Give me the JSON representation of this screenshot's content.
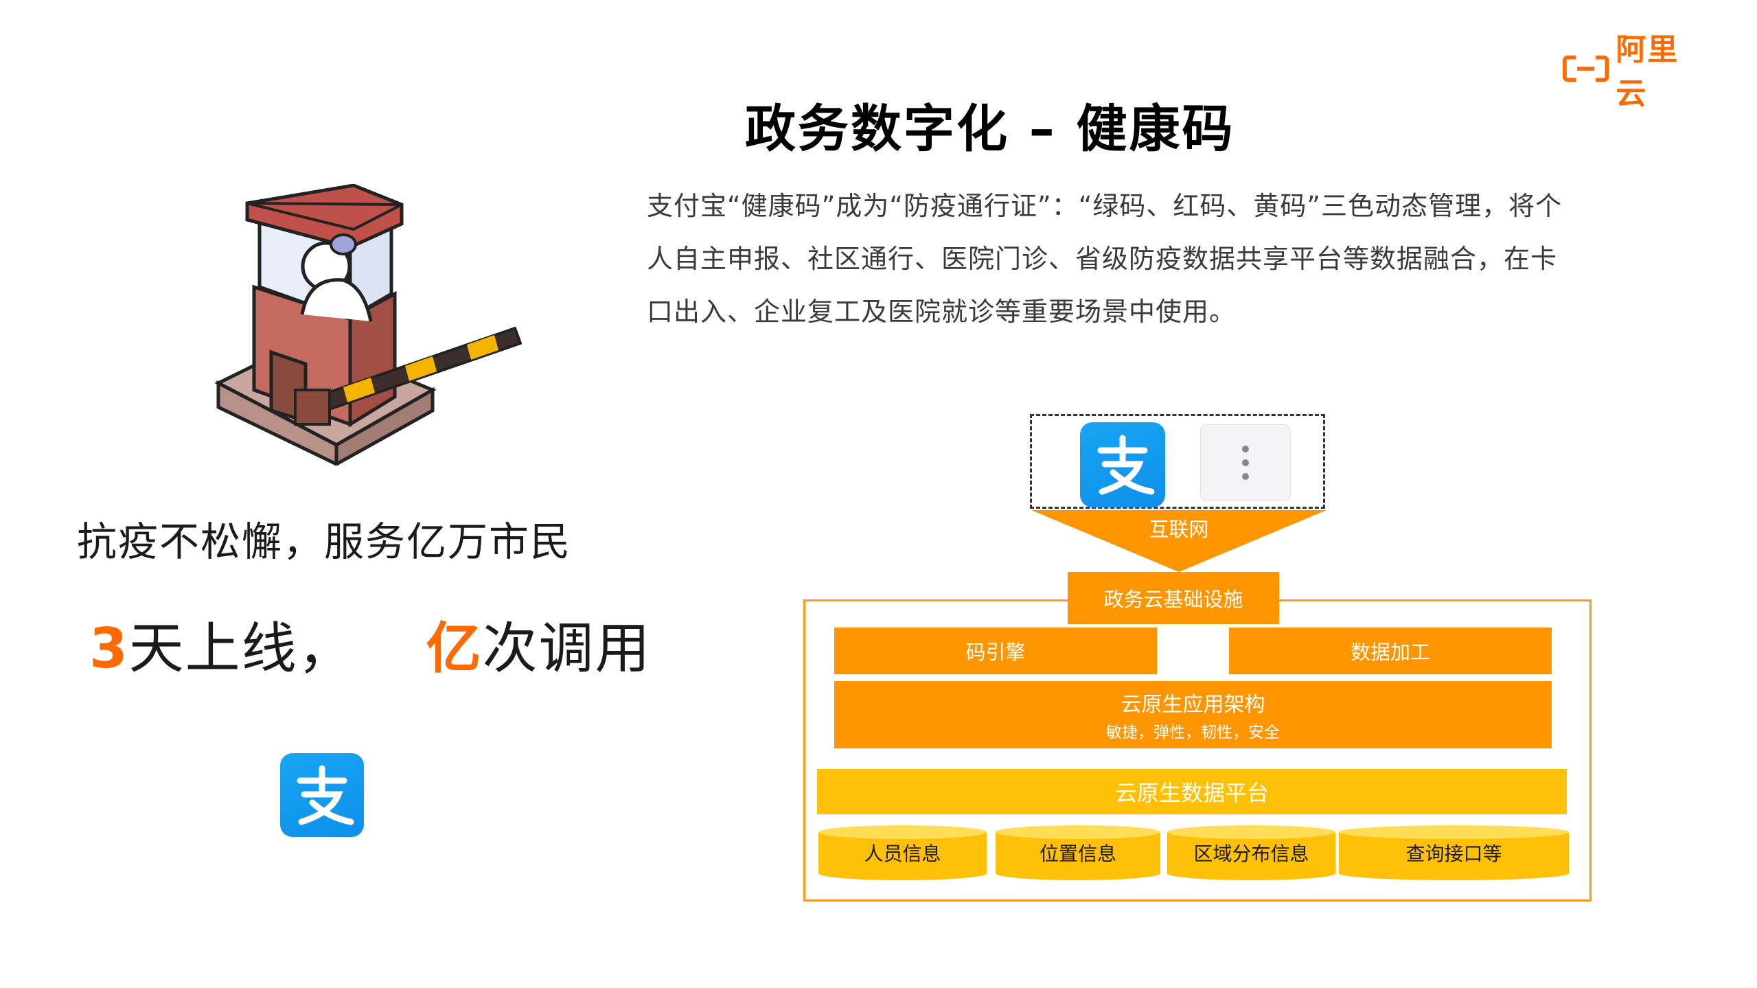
{
  "brand": {
    "name": "阿里云",
    "color": "#ff6a00"
  },
  "title": "政务数字化 – 健康码",
  "description": "支付宝“健康码”成为“防疫通行证”：“绿码、红码、黄码”三色动态管理，将个人自主申报、社区通行、医院门诊、省级防疫数据共享平台等数据融合，在卡口出入、企业复工及医院就诊等重要场景中使用。",
  "slogan": {
    "line1": "抗疫不松懈，服务亿万市民",
    "highlight1": "3",
    "text1": "天上线，",
    "highlight2": "亿",
    "text2": "次调用"
  },
  "diagram": {
    "funnel_label": "互联网",
    "infra": "政务云基础设施",
    "code_engine": "码引擎",
    "data_processing": "数据加工",
    "cloud_native_app": "云原生应用架构",
    "cloud_native_traits": "敏捷，弹性，韧性，安全",
    "data_platform": "云原生数据平台",
    "sources": [
      "人员信息",
      "位置信息",
      "区域分布信息",
      "查询接口等"
    ]
  },
  "colors": {
    "orange": "#ff9500",
    "yellow": "#ffc107",
    "alipay_blue": "#1296ed",
    "frame": "#ff9a1f"
  }
}
